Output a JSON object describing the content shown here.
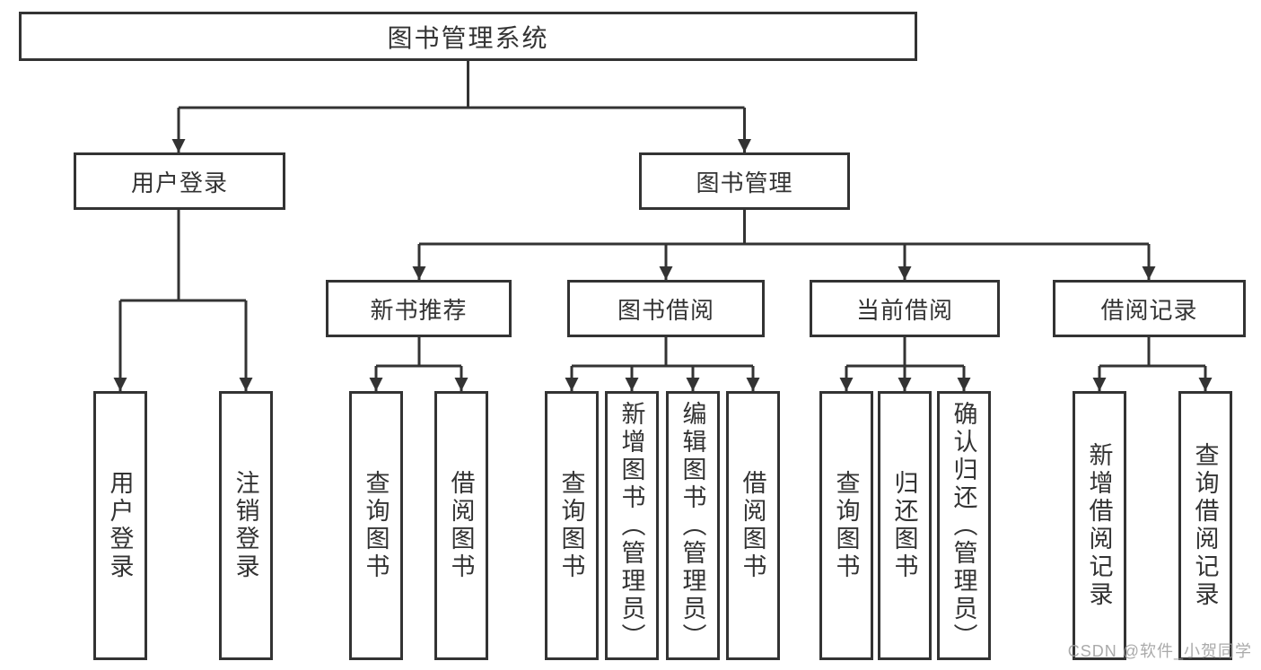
{
  "diagram": {
    "type": "tree",
    "orientation": "top-down",
    "root": {
      "label": "图书管理系统",
      "children": [
        {
          "label": "用户登录",
          "children": [
            {
              "label": "用户登录"
            },
            {
              "label": "注销登录"
            }
          ]
        },
        {
          "label": "图书管理",
          "children": [
            {
              "label": "新书推荐",
              "children": [
                {
                  "label": "查询图书"
                },
                {
                  "label": "借阅图书"
                }
              ]
            },
            {
              "label": "图书借阅",
              "children": [
                {
                  "label": "查询图书"
                },
                {
                  "label": "新增图书（管理员）"
                },
                {
                  "label": "编辑图书（管理员）"
                },
                {
                  "label": "借阅图书"
                }
              ]
            },
            {
              "label": "当前借阅",
              "children": [
                {
                  "label": "查询图书"
                },
                {
                  "label": "归还图书"
                },
                {
                  "label": "确认归还（管理员）"
                }
              ]
            },
            {
              "label": "借阅记录",
              "children": [
                {
                  "label": "新增借阅记录"
                },
                {
                  "label": "查询借阅记录"
                }
              ]
            }
          ]
        }
      ]
    },
    "colors": {
      "line": "#333333",
      "text": "#333333",
      "box_background": "#ffffff",
      "page_background": "#ffffff",
      "watermark": "#9e9e9e"
    }
  },
  "watermark": {
    "text": "CSDN @软件_小贺同学"
  }
}
